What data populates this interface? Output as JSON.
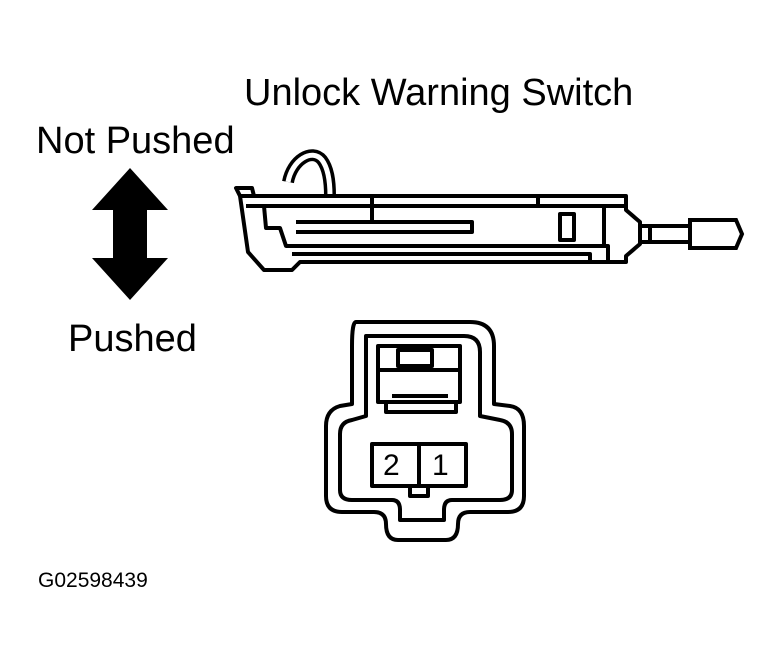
{
  "diagram": {
    "title": "Unlock Warning Switch",
    "direction_top": "Not Pushed",
    "direction_bottom": "Pushed",
    "figure_code": "G02598439",
    "connector_pins": [
      "2",
      "1"
    ],
    "line_color": "#000000",
    "background_color": "#ffffff"
  }
}
